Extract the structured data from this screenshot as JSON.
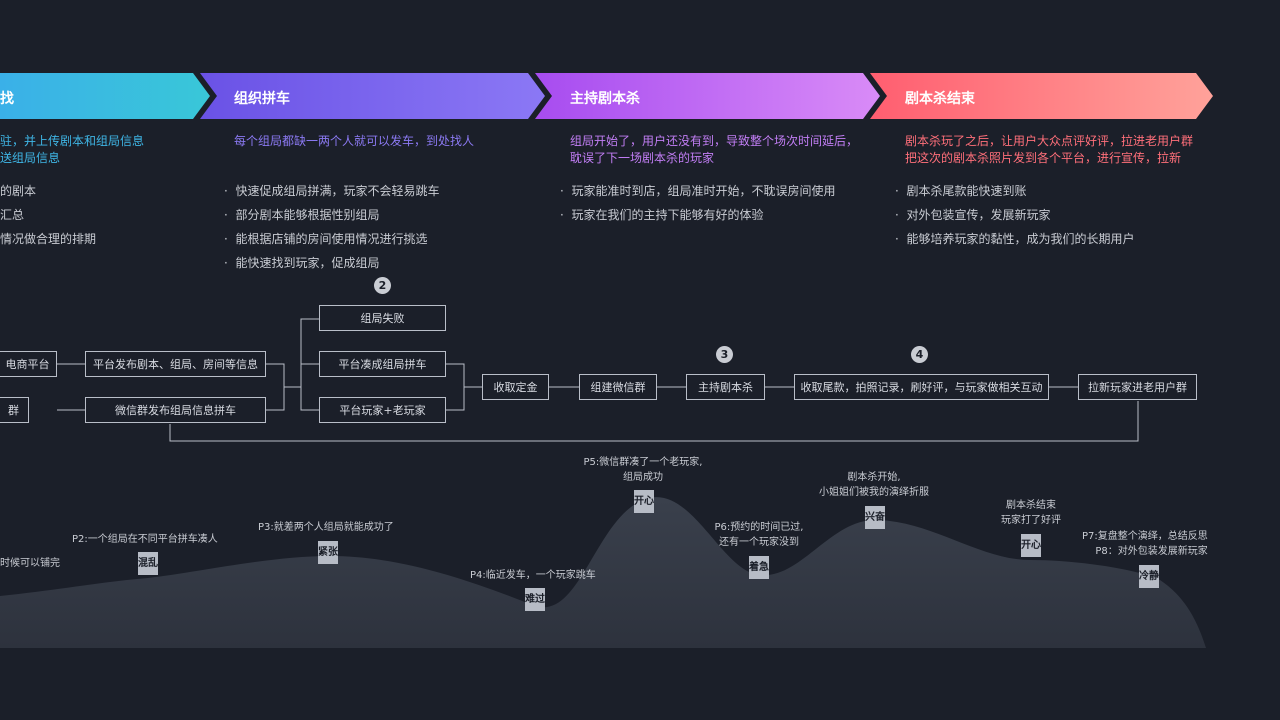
{
  "stages": [
    {
      "title": "找",
      "desc": [
        "驻，并上传剧本和组局信息",
        "送组局信息"
      ],
      "desc_color": "#3fb6e6",
      "bullets": [
        "的剧本",
        "汇总",
        "情况做合理的排期"
      ]
    },
    {
      "title": "组织拼车",
      "desc": [
        "每个组局都缺一两个人就可以发车，到处找人"
      ],
      "desc_color": "#8b79f2",
      "bullets": [
        "快速促成组局拼满，玩家不会轻易跳车",
        "部分剧本能够根据性别组局",
        "能根据店铺的房间使用情况进行挑选",
        "能快速找到玩家，促成组局"
      ]
    },
    {
      "title": "主持剧本杀",
      "desc": [
        "组局开始了，用户还没有到，导致整个场次时间延后，",
        "耽误了下一场剧本杀的玩家"
      ],
      "desc_color": "#c27ef5",
      "bullets": [
        "玩家能准时到店，组局准时开始，不耽误房间使用",
        "玩家在我们的主持下能够有好的体验"
      ]
    },
    {
      "title": "剧本杀结束",
      "desc": [
        "剧本杀玩了之后，让用户大众点评好评，拉进老用户群",
        "把这次的剧本杀照片发到各个平台，进行宣传，拉新"
      ],
      "desc_color": "#ff6f7a",
      "bullets": [
        "剧本杀尾款能快速到账",
        "对外包装宣传，发展新玩家",
        "能够培养玩家的黏性，成为我们的长期用户"
      ]
    }
  ],
  "flow": {
    "left1": "电商平台",
    "left2": "群",
    "mid1": "平台发布剧本、组局、房间等信息",
    "mid2": "微信群发布组局信息拼车",
    "fail": "组局失败",
    "success": "平台凑成组局拼车",
    "oldplayer": "平台玩家+老玩家",
    "deposit": "收取定金",
    "wechat": "组建微信群",
    "host": "主持剧本杀",
    "final": "收取尾款，拍照记录，刷好评，与玩家做相关互动",
    "group": "拉新玩家进老用户群",
    "markers": [
      "2",
      "3",
      "4"
    ]
  },
  "emotions": {
    "captions": [
      [
        "时候可以铺完"
      ],
      [
        "P2:一个组局在不同平台拼车凑人"
      ],
      [
        "P3:就差两个人组局就能成功了"
      ],
      [
        "P4:临近发车，一个玩家跳车"
      ],
      [
        "P5:微信群凑了一个老玩家,",
        "组局成功"
      ],
      [
        "P6:预约的时间已过,",
        "还有一个玩家没到"
      ],
      [
        "剧本杀开始,",
        "小姐姐们被我的演绎折服"
      ],
      [
        "剧本杀结束",
        "玩家打了好评"
      ],
      [
        "P7:复盘整个演绎，总结反思",
        "P8：对外包装发展新玩家"
      ]
    ],
    "tags": [
      "混乱",
      "紧张",
      "难过",
      "开心",
      "着急",
      "兴奋",
      "开心",
      "冷静"
    ]
  }
}
